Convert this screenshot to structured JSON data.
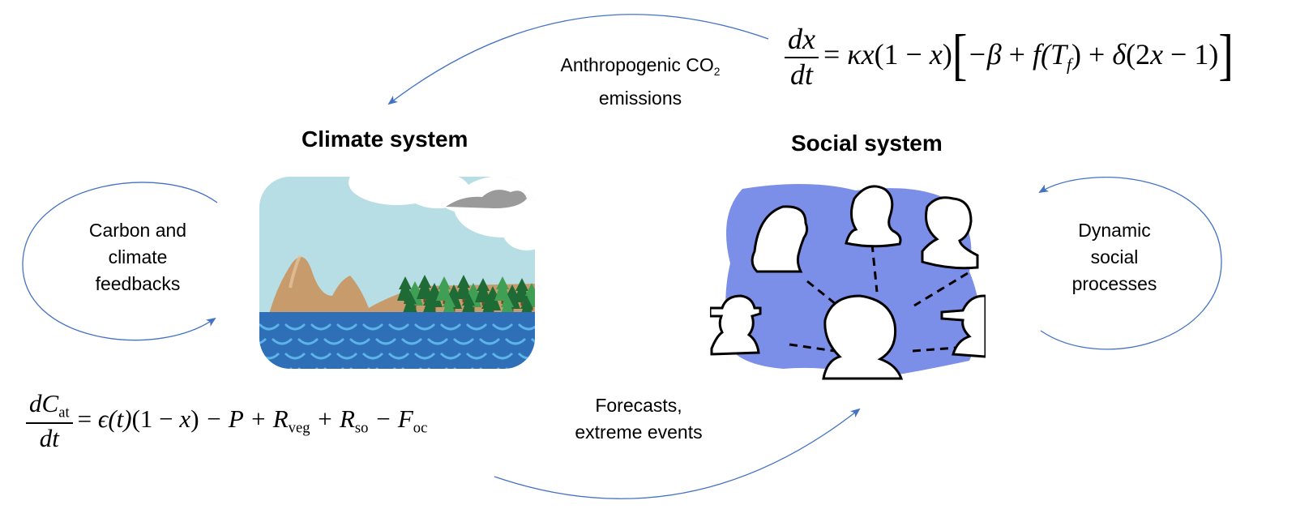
{
  "titles": {
    "climate": "Climate system",
    "social": "Social system"
  },
  "arrows": {
    "top": {
      "label_line1": "Anthropogenic CO",
      "label_sub": "2",
      "label_line2": "emissions"
    },
    "bottom": {
      "label_line1": "Forecasts,",
      "label_line2": "extreme events"
    },
    "left_loop": {
      "line1": "Carbon and",
      "line2": "climate",
      "line3": "feedbacks"
    },
    "right_loop": {
      "line1": "Dynamic",
      "line2": "social",
      "line3": "processes"
    }
  },
  "equations": {
    "social": {
      "lhs_num": "dx",
      "lhs_den": "dt",
      "eq": "=",
      "kappa_x": "κx",
      "factor": "(1 − ",
      "x": "x",
      "close": ")",
      "lbracket": "[",
      "minus_beta": "−β",
      "plus1": " + ",
      "f": "f",
      "T": "(T",
      "T_sub": "f",
      "T_close": ")",
      "plus2": " + ",
      "delta": "δ",
      "delta_arg_open": "(2",
      "delta_x": "x",
      "delta_arg_rest": " − 1)",
      "rbracket": "]"
    },
    "climate": {
      "lhs_num": "dC",
      "lhs_num_sub": "at",
      "lhs_den": "dt",
      "eq": "=",
      "eps": "ϵ",
      "eps_arg": "(t)",
      "factor": "(1 − ",
      "x": "x",
      "factor_close": ")",
      "minus_P": " − P",
      "plus_R1": " + R",
      "R1_sub": "veg",
      "plus_R2": " + R",
      "R2_sub": "so",
      "minus_F": " − F",
      "F_sub": "oc"
    }
  },
  "colors": {
    "arrow": "#4472C4",
    "social_blob": "#7B8EE8",
    "sky": "#B7DEE4",
    "sea": "#2F6FB8",
    "wave": "#5BB4E8",
    "hill": "#C79B6C",
    "tree_dark": "#1F6B35",
    "tree_light": "#3FA055"
  }
}
